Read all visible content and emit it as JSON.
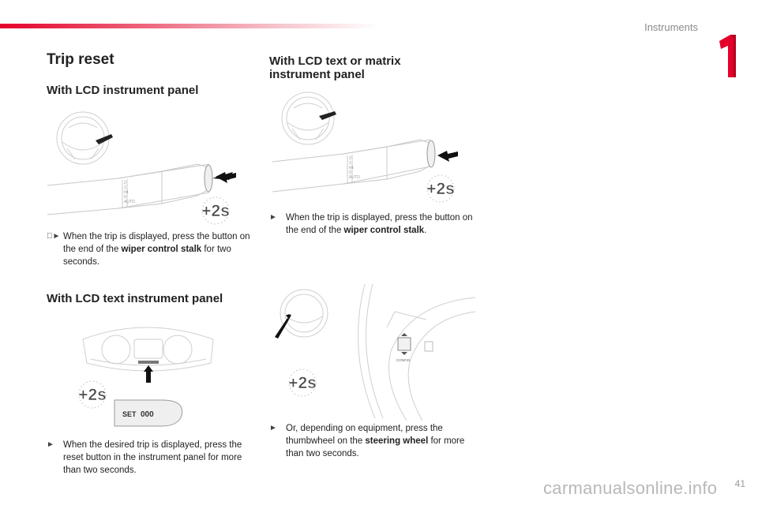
{
  "header": {
    "section": "Instruments",
    "chapter_number": "1"
  },
  "left": {
    "title": "Trip reset",
    "sub1": {
      "heading": "With LCD instrument panel",
      "text_pre": "When the trip is displayed, press the button on the end of the ",
      "text_bold": "wiper control stalk",
      "text_post": " for two seconds."
    },
    "sub2": {
      "heading": "With LCD text instrument panel",
      "text": "When the desired trip is displayed, press the reset button in the instrument panel for more than two seconds."
    }
  },
  "right": {
    "heading": "With LCD text or matrix instrument panel",
    "text1_pre": "When the trip is displayed, press the button on the end of the ",
    "text1_bold": "wiper control stalk",
    "text1_post": ".",
    "text2_pre": "Or, depending on equipment, press the thumbwheel on the ",
    "text2_bold": "steering wheel",
    "text2_post": " for more than two seconds."
  },
  "figures": {
    "badge": "+2s",
    "stalk_labels": [
      "2",
      "1",
      "Int",
      "0",
      "AUTO"
    ],
    "set_button": "SET",
    "display_value": "000",
    "config_label": "CONFIG"
  },
  "footer": {
    "watermark": "carmanualsonline.info",
    "page_number": "41"
  },
  "colors": {
    "accent_red": "#e4002b",
    "line_gray": "#c8c8c8",
    "badge_fill": "#4a4a4a"
  }
}
